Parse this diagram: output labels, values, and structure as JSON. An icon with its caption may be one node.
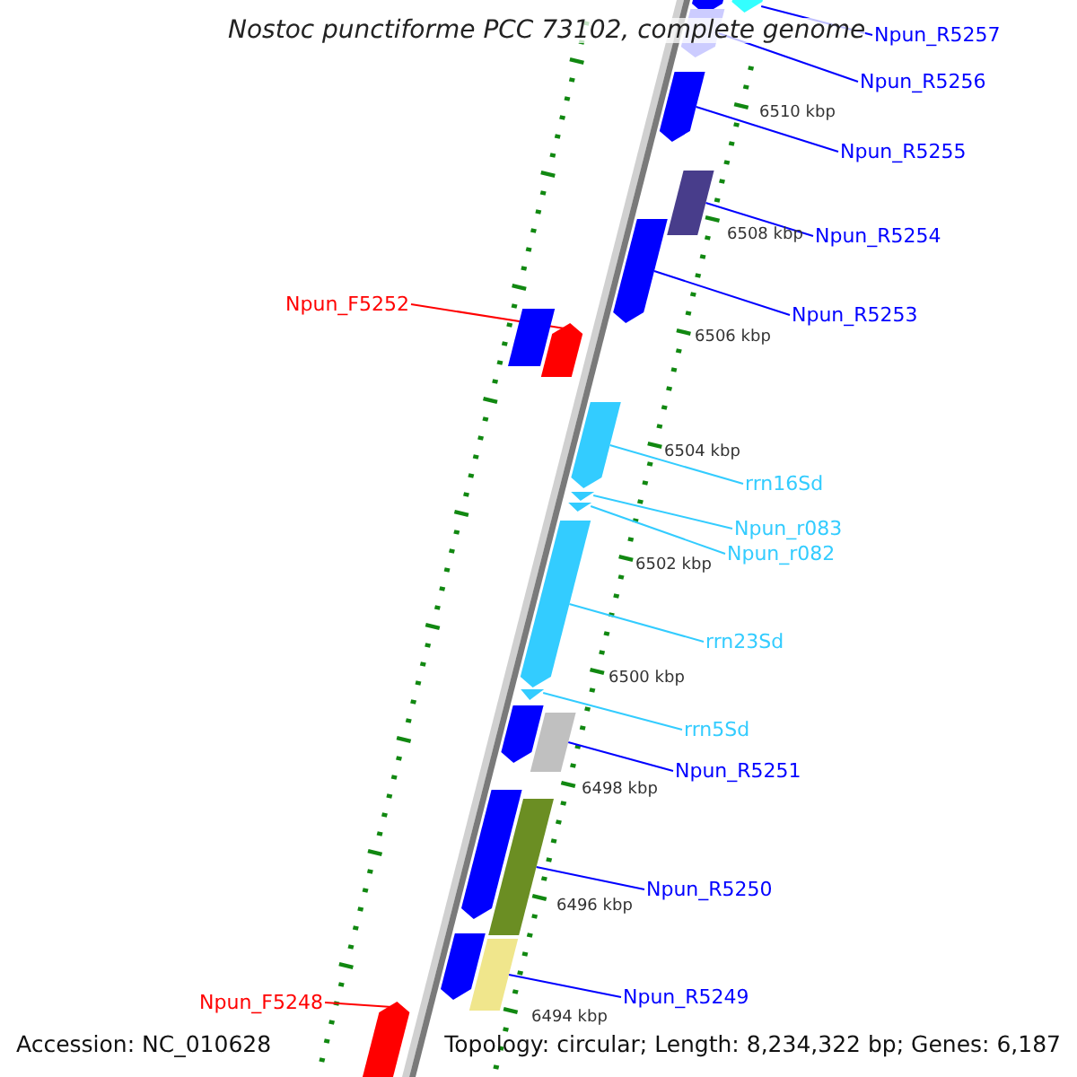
{
  "diagram": {
    "title": "Nostoc punctiforme PCC 73102, complete genome",
    "nodes": [
      {
        "text": [
          "Npun_R5257"
        ]
      },
      {
        "text": [
          "Npun_R5256"
        ]
      },
      {
        "text": [
          "Npun_R5255"
        ]
      },
      {
        "text": [
          "Npun_R5254"
        ]
      },
      {
        "text": [
          "Npun_F5252"
        ]
      },
      {
        "text": [
          "Npun_R5253"
        ]
      },
      {
        "text": [
          "rrn16Sd"
        ]
      },
      {
        "text": [
          "Npun_r083"
        ]
      },
      {
        "text": [
          "Npun_r082"
        ]
      },
      {
        "text": [
          "rrn23Sd"
        ]
      },
      {
        "text": [
          "rrn5Sd"
        ]
      },
      {
        "text": [
          "Npun_R5251"
        ]
      },
      {
        "text": [
          "Npun_R5250"
        ]
      },
      {
        "text": [
          "Npun_R5249"
        ]
      },
      {
        "text": [
          "Npun_F5248"
        ]
      },
      {
        "text": [],
        "shape": "pentagon"
      },
      {
        "text": [],
        "shape": "pentagon"
      },
      {
        "text": [],
        "shape": "pentagon"
      },
      {
        "text": [],
        "shape": "box"
      },
      {
        "text": [],
        "shape": "pentagon"
      },
      {
        "text": [],
        "shape": "pentagon"
      },
      {
        "text": [],
        "shape": "pentagon"
      },
      {
        "text": [],
        "shape": "pentagon"
      },
      {
        "text": [],
        "shape": "pentagon"
      },
      {
        "text": [],
        "shape": "pentagon"
      },
      {
        "text": [],
        "shape": "pentagon"
      },
      {
        "text": [],
        "shape": "box"
      },
      {
        "text": [],
        "shape": "box"
      },
      {
        "text": [],
        "shape": "box"
      },
      {
        "text": [],
        "shape": "pentagon"
      }
    ],
    "edges": [
      {
        "from": 0,
        "to": 15,
        "arrow": "none"
      },
      {
        "from": 1,
        "to": 16,
        "arrow": "none"
      },
      {
        "from": 2,
        "to": 17,
        "arrow": "none"
      },
      {
        "from": 3,
        "to": 18,
        "arrow": "none"
      },
      {
        "from": 4,
        "to": 19,
        "arrow": "none",
        "color": "#ff0000"
      },
      {
        "from": 5,
        "to": 20,
        "arrow": "none"
      },
      {
        "from": 6,
        "to": 21,
        "arrow": "none",
        "color": "#33ccff"
      },
      {
        "from": 7,
        "to": 22,
        "arrow": "none",
        "color": "#33ccff"
      },
      {
        "from": 8,
        "to": 23,
        "arrow": "none",
        "color": "#33ccff"
      },
      {
        "from": 9,
        "to": 24,
        "arrow": "none",
        "color": "#33ccff"
      },
      {
        "from": 10,
        "to": 25,
        "arrow": "none",
        "color": "#33ccff"
      },
      {
        "from": 11,
        "to": 26,
        "arrow": "none"
      },
      {
        "from": 12,
        "to": 27,
        "arrow": "none"
      },
      {
        "from": 13,
        "to": 28,
        "arrow": "none"
      },
      {
        "from": 14,
        "to": 29,
        "arrow": "none",
        "color": "#ff0000"
      }
    ],
    "labels": [
      "6510 kbp",
      "6508 kbp",
      "6506 kbp",
      "6504 kbp",
      "6502 kbp",
      "6500 kbp",
      "6498 kbp",
      "6496 kbp",
      "6494 kbp",
      "Accession: NC_010628",
      "Topology: circular; Length: 8,234,322 bp; Genes: 6,187"
    ]
  }
}
